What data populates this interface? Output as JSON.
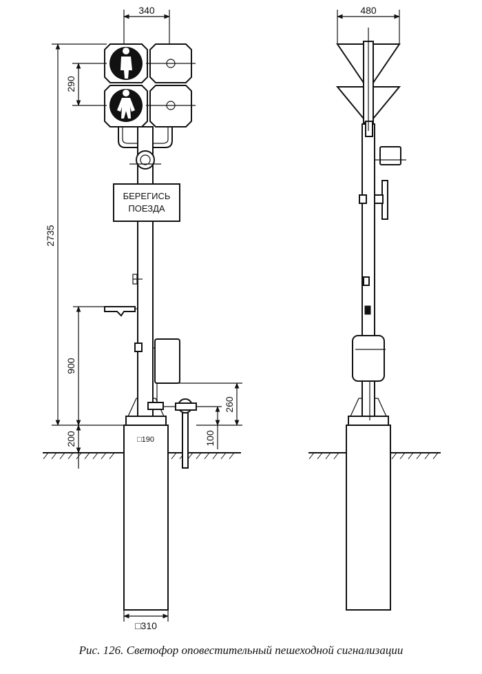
{
  "front_view": {
    "dimensions": {
      "head_width": "340",
      "lens_spacing": "290",
      "total_height": "2735",
      "bracket_height": "900",
      "foundation_above_ground": "200",
      "box_offset": "260",
      "rod_offset": "100",
      "post_section": "□190",
      "foundation_section": "□310"
    },
    "sign": {
      "line1": "БЕРЕГИСЬ",
      "line2": "ПОЕЗДА"
    }
  },
  "side_view": {
    "dimensions": {
      "head_depth": "480"
    }
  },
  "caption": "Рис. 126. Светофор оповестительный пешеходной сигнализации"
}
